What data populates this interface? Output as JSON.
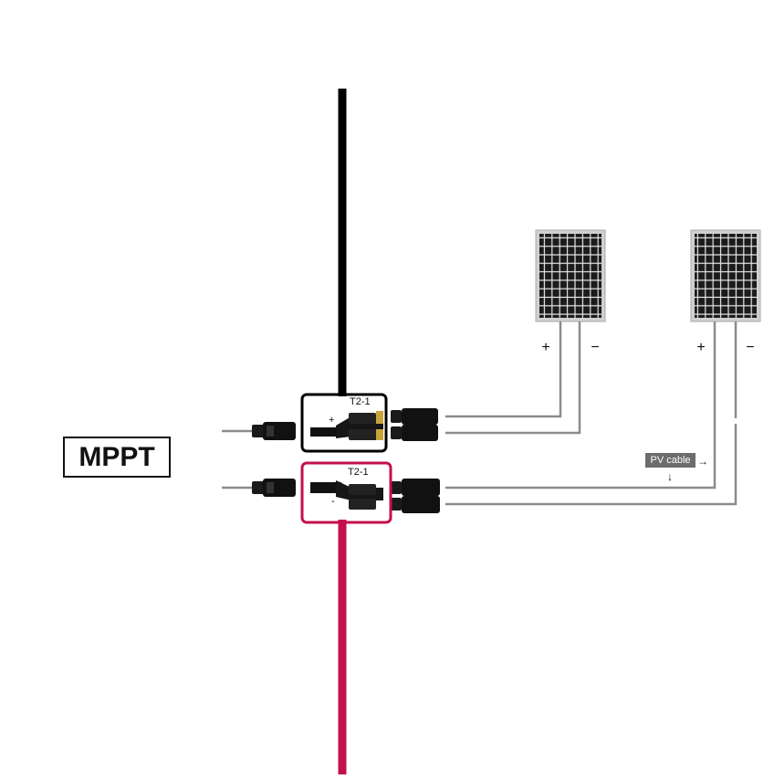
{
  "mppt": {
    "label": "MPPT"
  },
  "connectors": {
    "top": {
      "model": "T2-1",
      "polarity": "+"
    },
    "bottom": {
      "model": "T2-1",
      "polarity": "-"
    }
  },
  "panels": [
    {
      "plus": "+",
      "minus": "−"
    },
    {
      "plus": "+",
      "minus": "−"
    }
  ],
  "pv_cable": {
    "label": "PV cable",
    "arrow_right": "→",
    "arrow_down": "↓"
  },
  "colors": {
    "positive_cable": "#000000",
    "negative_cable": "#c40f4e",
    "pv_wire": "#8c8c8c",
    "panel_cell": "#1b1b1b",
    "panel_frame": "#c9c9c9",
    "tag_bg": "#6d6d6d"
  }
}
